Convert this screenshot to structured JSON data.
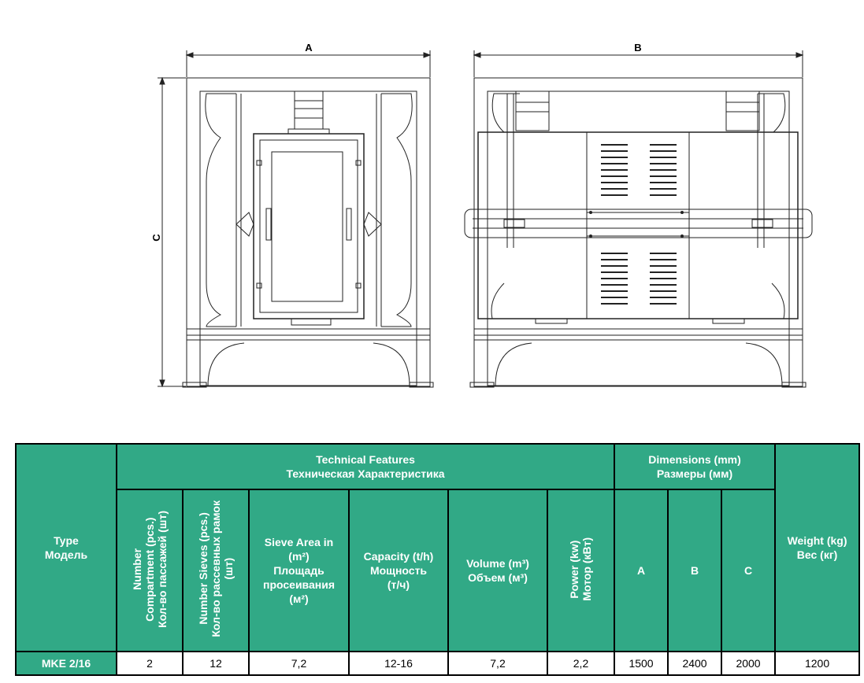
{
  "drawing": {
    "dim_a": "A",
    "dim_b": "B",
    "dim_c": "C"
  },
  "table": {
    "type_header": {
      "en": "Type",
      "ru": "Модель"
    },
    "tech_header": {
      "en": "Technical Features",
      "ru": "Техническая Характеристика"
    },
    "dims_header": {
      "en": "Dimensions (mm)",
      "ru": "Размеры (мм)"
    },
    "weight_header": {
      "en": "Weight (kg)",
      "ru": "Вес (кг)"
    },
    "columns": {
      "compartment": {
        "l1": "Number",
        "l2": "Compartment  (pcs.)",
        "l3": "Кол-во пассажей (шт)"
      },
      "sieves": {
        "l1": "Number Sieves (pcs.)",
        "l2": "Кол-во рассевных рамок",
        "l3": "(шт)"
      },
      "sieve_area": {
        "l1": "Sieve Area in",
        "l2": "(m²)",
        "l3": "Площадь",
        "l4": "просеивания",
        "l5": "(м²)"
      },
      "capacity": {
        "l1": "Capacity (t/h)",
        "l2": "Мощность",
        "l3": "(т/ч)"
      },
      "volume": {
        "l1": "Volume (m³)",
        "l2": "Объем (м³)"
      },
      "power": {
        "l1": "Power (kw)",
        "l2": "Мотор (кВт)"
      },
      "dim_a": "A",
      "dim_b": "B",
      "dim_c": "C"
    },
    "row": {
      "model": "MKE 2/16",
      "compartment": "2",
      "sieves": "12",
      "sieve_area": "7,2",
      "capacity": "12-16",
      "volume": "7,2",
      "power": "2,2",
      "a": "1500",
      "b": "2400",
      "c": "2000",
      "weight": "1200"
    },
    "colors": {
      "header_bg": "#31a986",
      "header_text": "#ffffff",
      "border": "#000000"
    }
  }
}
